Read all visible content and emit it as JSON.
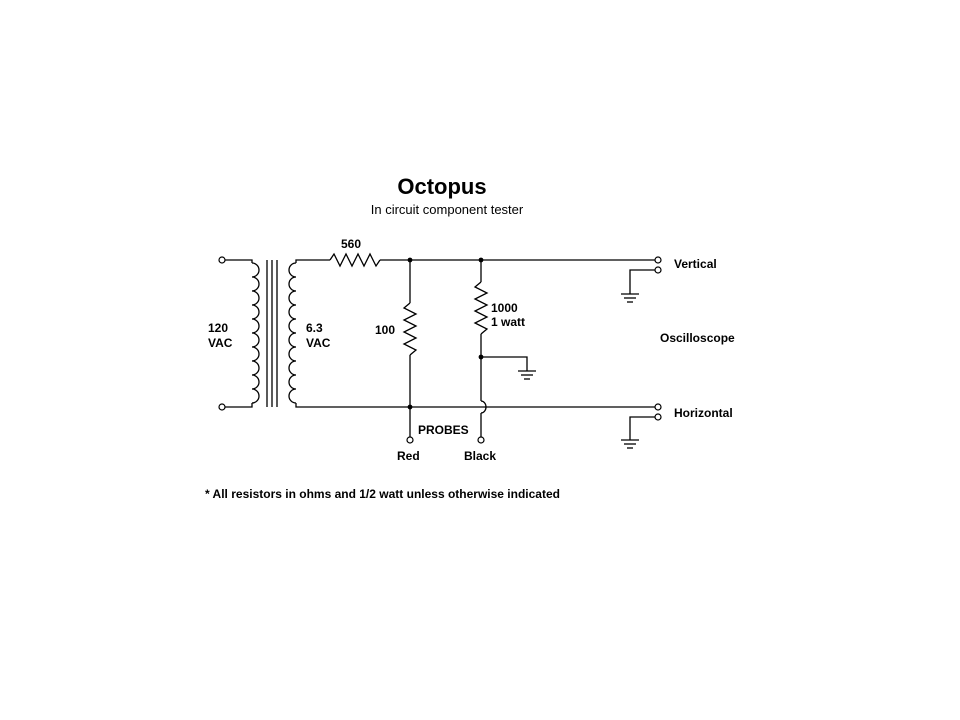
{
  "title": "Octopus",
  "subtitle": "In circuit component tester",
  "transformer": {
    "primary_label_line1": "120",
    "primary_label_line2": "VAC",
    "secondary_label_line1": "6.3",
    "secondary_label_line2": "VAC"
  },
  "resistors": {
    "series": "560",
    "shunt": "100",
    "load_line1": "1000",
    "load_line2": "1 watt"
  },
  "outputs": {
    "vertical": "Vertical",
    "horizontal": "Horizontal",
    "scope": "Oscilloscope"
  },
  "probes": {
    "heading": "PROBES",
    "red": "Red",
    "black": "Black"
  },
  "footnote": "* All resistors in ohms and 1/2 watt unless otherwise indicated",
  "colors": {
    "ink": "#000000",
    "background": "#ffffff"
  }
}
